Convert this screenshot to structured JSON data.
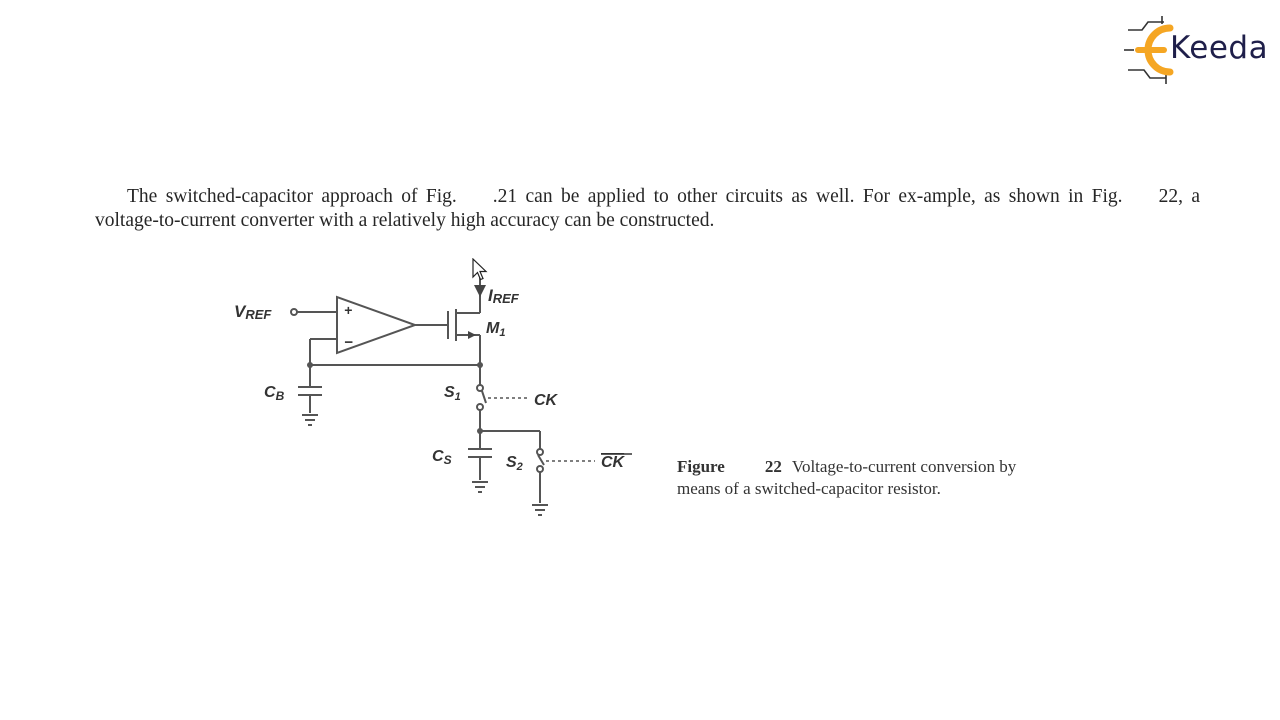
{
  "logo": {
    "text": "Keeda",
    "letter_e_color": "#f5a623",
    "text_color": "#1f1f4a"
  },
  "paragraph": {
    "line_part_1": "The switched-capacitor approach of Fig.",
    "line_part_2": ".21 can be applied to other circuits as well. For ex-ample, as shown in Fig.",
    "line_part_3": "22, a voltage-to-current converter with a relatively high accuracy can be constructed."
  },
  "circuit": {
    "labels": {
      "vref": "V",
      "vref_sub": "REF",
      "iref": "I",
      "iref_sub": "REF",
      "m1": "M",
      "m1_sub": "1",
      "cb": "C",
      "cb_sub": "B",
      "s1": "S",
      "s1_sub": "1",
      "ck": "CK",
      "cs": "C",
      "cs_sub": "S",
      "s2": "S",
      "s2_sub": "2",
      "ck_bar": "CK",
      "plus": "+",
      "minus": "−"
    }
  },
  "caption": {
    "label": "Figure",
    "number": "22",
    "text": "Voltage-to-current conversion by means of a switched-capacitor resistor."
  }
}
